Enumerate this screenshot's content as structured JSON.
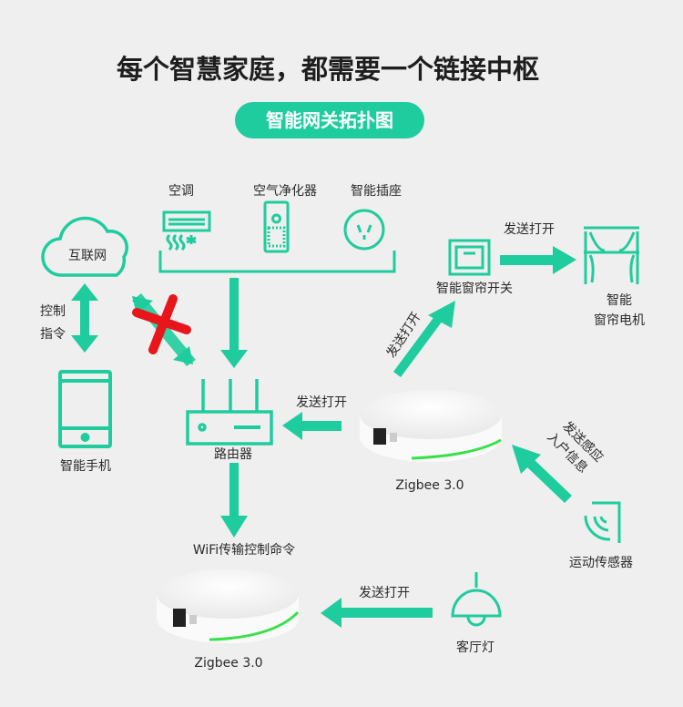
{
  "title": "每个智慧家庭，都需要一个链接中枢",
  "subtitle": "智能网关拓扑图",
  "colors": {
    "accent": "#1fcc9d",
    "cross": "#e8161b",
    "led": "#39e04a",
    "background": "#efefef"
  },
  "devices": {
    "ac": "空调",
    "purifier": "空气净化器",
    "socket": "智能插座",
    "internet": "互联网",
    "phone": "智能手机",
    "router": "路由器",
    "hub_top": "Zigbee 3.0",
    "hub_bottom": "Zigbee 3.0",
    "curtain_switch": "智能窗帘开关",
    "curtain_motor_1": "智能",
    "curtain_motor_2": "窗帘电机",
    "motion_sensor": "运动传感器",
    "living_light": "客厅灯"
  },
  "arrows": {
    "control_1": "控制",
    "control_2": "指令",
    "hub_to_router": "发送打开",
    "hub_to_switch": "发送打开",
    "switch_to_motor": "发送打开",
    "sensor_to_hub_1": "发送感应",
    "sensor_to_hub_2": "入户信息",
    "router_to_hub": "WiFi传输控制命令",
    "light_to_hub": "发送打开"
  }
}
